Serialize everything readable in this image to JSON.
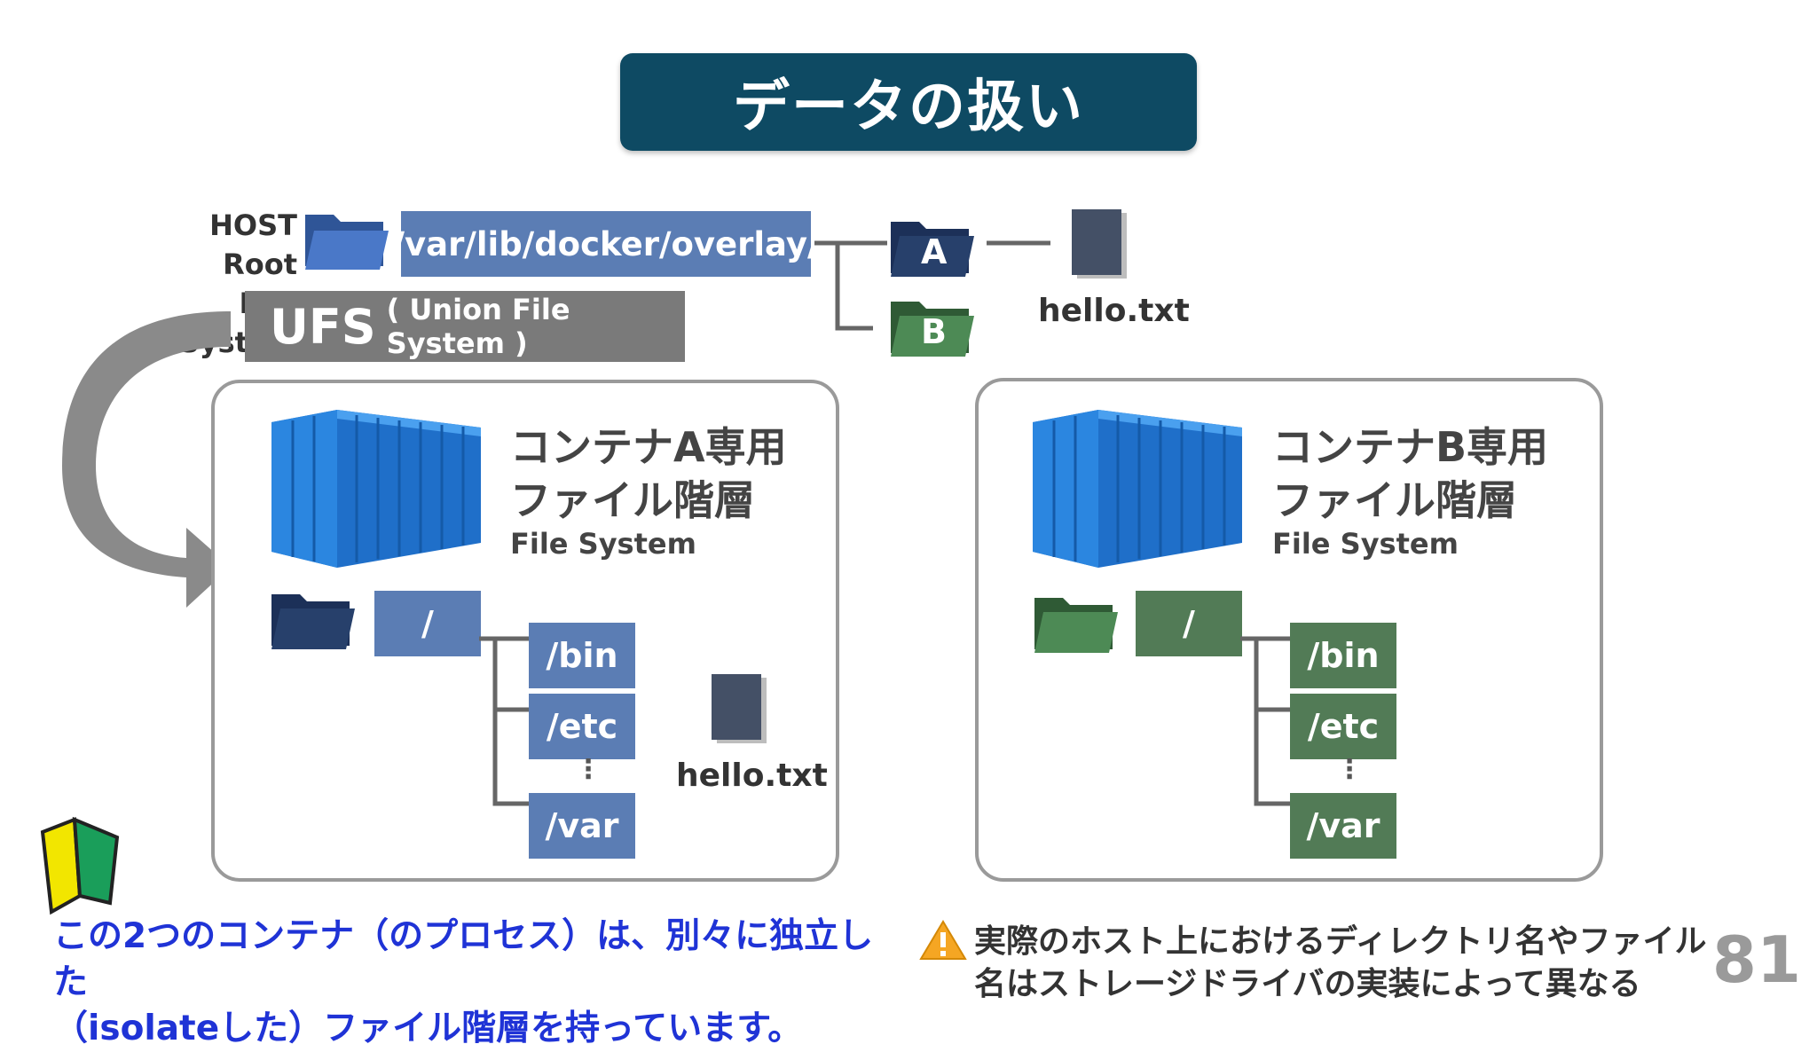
{
  "title": "データの扱い",
  "host_label": [
    "HOST Root",
    "File System"
  ],
  "overlay_path": "/var/lib/docker/overlay/",
  "overlay_folders": [
    "A",
    "B"
  ],
  "host_file": "hello.txt",
  "ufs": {
    "main": "UFS",
    "sub": "( Union File System )"
  },
  "container_a": {
    "title_line1": "コンテナA専用",
    "title_line2": "ファイル階層",
    "subtitle": "File System",
    "root": "/",
    "dirs": [
      "/bin",
      "/etc",
      "/var"
    ],
    "file": "hello.txt"
  },
  "container_b": {
    "title_line1": "コンテナB専用",
    "title_line2": "ファイル階層",
    "subtitle": "File System",
    "root": "/",
    "dirs": [
      "/bin",
      "/etc",
      "/var"
    ]
  },
  "note_left": [
    "この2つのコンテナ（のプロセス）は、別々に独立した",
    "（isolateした）ファイル階層を持っています。"
  ],
  "note_right": [
    "実際のホスト上におけるディレクトリ名やファイル",
    "名はストレージドライバの実装によって異なる"
  ],
  "page_number": "81",
  "colors": {
    "title_bg": "#0e4a63",
    "blue": "#5b7db4",
    "navy": "#27406b",
    "green": "#527b56",
    "gray": "#7a7a7a",
    "note_blue": "#1f33d6"
  }
}
